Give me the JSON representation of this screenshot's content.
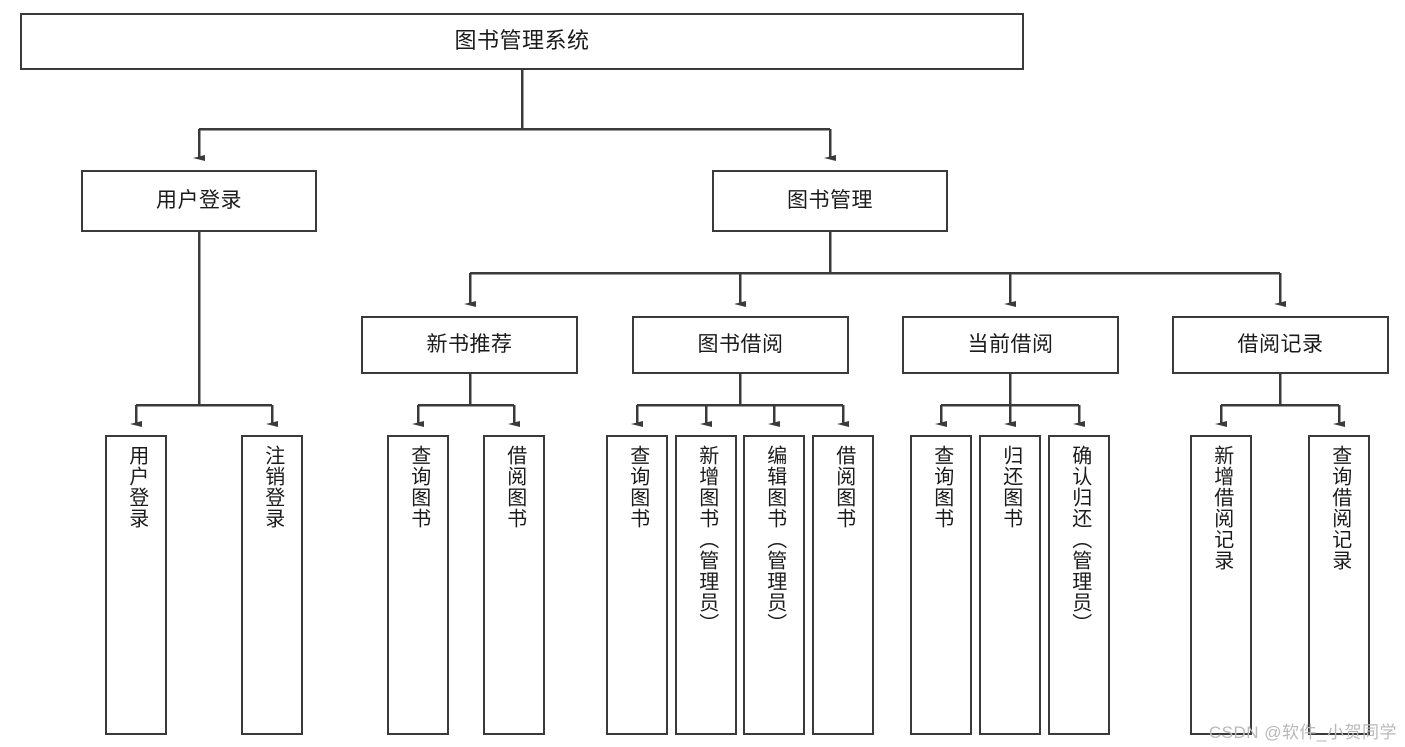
{
  "diagram": {
    "title": "图书管理系统",
    "watermark": "CSDN @软件_小贺同学",
    "colors": {
      "stroke": "#3a3a3a",
      "box_fill": "#ffffff",
      "text": "#1b1b1b",
      "watermark": "#b9b9b9",
      "background": "#ffffff"
    },
    "root": {
      "label": "图书管理系统"
    },
    "level2": [
      {
        "label": "用户登录"
      },
      {
        "label": "图书管理"
      }
    ],
    "level3": [
      {
        "label": "新书推荐"
      },
      {
        "label": "图书借阅"
      },
      {
        "label": "当前借阅"
      },
      {
        "label": "借阅记录"
      }
    ],
    "leaves": {
      "user_login": [
        {
          "label": "用户登录"
        },
        {
          "label": "注销登录"
        }
      ],
      "new_book": [
        {
          "label": "查询图书"
        },
        {
          "label": "借阅图书"
        }
      ],
      "book_borrow": [
        {
          "label": "查询图书"
        },
        {
          "label": "新增图书（管理员）"
        },
        {
          "label": "编辑图书（管理员）"
        },
        {
          "label": "借阅图书"
        }
      ],
      "current_borrow": [
        {
          "label": "查询图书"
        },
        {
          "label": "归还图书"
        },
        {
          "label": "确认归还（管理员）"
        }
      ],
      "borrow_record": [
        {
          "label": "新增借阅记录"
        },
        {
          "label": "查询借阅记录"
        }
      ]
    }
  }
}
